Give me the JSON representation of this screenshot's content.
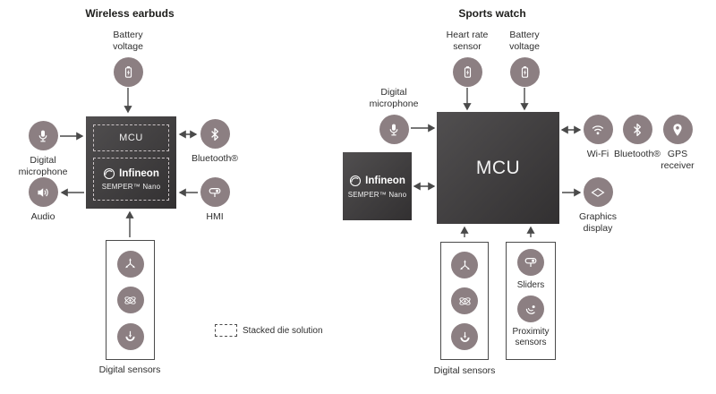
{
  "colors": {
    "icon_circle": "#8c7f82",
    "block_dark": "#3e3c3d",
    "arrow": "#4a4a4a",
    "text": "#2e2e2e"
  },
  "legend": {
    "label": "Stacked die solution"
  },
  "earbuds": {
    "title": "Wireless earbuds",
    "battery_label": "Battery voltage",
    "microphone_label": "Digital microphone",
    "audio_label": "Audio",
    "bluetooth_label": "Bluetooth®",
    "hmi_label": "HMI",
    "sensors_label": "Digital sensors",
    "mcu_label": "MCU",
    "brand": "Infineon",
    "chip": "SEMPER™ Nano"
  },
  "watch": {
    "title": "Sports watch",
    "heart_rate_label": "Heart rate sensor",
    "battery_label": "Battery voltage",
    "microphone_label": "Digital microphone",
    "mcu_label": "MCU",
    "brand": "Infineon",
    "chip": "SEMPER™ Nano",
    "wifi_label": "Wi-Fi",
    "bluetooth_label": "Bluetooth®",
    "gps_label": "GPS receiver",
    "display_label": "Graphics display",
    "sensors_label": "Digital sensors",
    "sliders_label": "Sliders",
    "proximity_label": "Proximity sensors"
  }
}
